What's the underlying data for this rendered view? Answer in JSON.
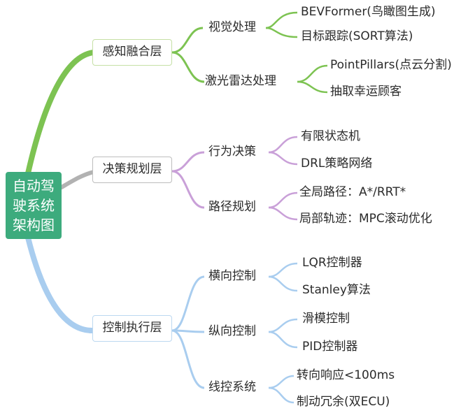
{
  "root": {
    "line1": "自动驾",
    "line2": "驶系统",
    "line3": "架构图"
  },
  "colors": {
    "root_bg": "#3dab7d",
    "green": "#7dc352",
    "gray": "#b2b2b2",
    "blue": "#a9cdef",
    "purple": "#c9a0d8"
  },
  "branches": [
    {
      "label": "感知融合层",
      "children": [
        {
          "label": "视觉处理",
          "leaves": [
            "BEVFormer(鸟瞰图生成)",
            "目标跟踪(SORT算法)"
          ]
        },
        {
          "label": "激光雷达处理",
          "leaves": [
            "PointPillars(点云分割)",
            "抽取幸运顾客"
          ]
        }
      ]
    },
    {
      "label": "决策规划层",
      "children": [
        {
          "label": "行为决策",
          "leaves": [
            "有限状态机",
            "DRL策略网络"
          ]
        },
        {
          "label": "路径规划",
          "leaves": [
            "全局路径：A*/RRT*",
            "局部轨迹：MPC滚动优化"
          ]
        }
      ]
    },
    {
      "label": "控制执行层",
      "children": [
        {
          "label": "横向控制",
          "leaves": [
            "LQR控制器",
            "Stanley算法"
          ]
        },
        {
          "label": "纵向控制",
          "leaves": [
            "滑模控制",
            "PID控制器"
          ]
        },
        {
          "label": "线控系统",
          "leaves": [
            "转向响应<100ms",
            "制动冗余(双ECU)"
          ]
        }
      ]
    }
  ]
}
